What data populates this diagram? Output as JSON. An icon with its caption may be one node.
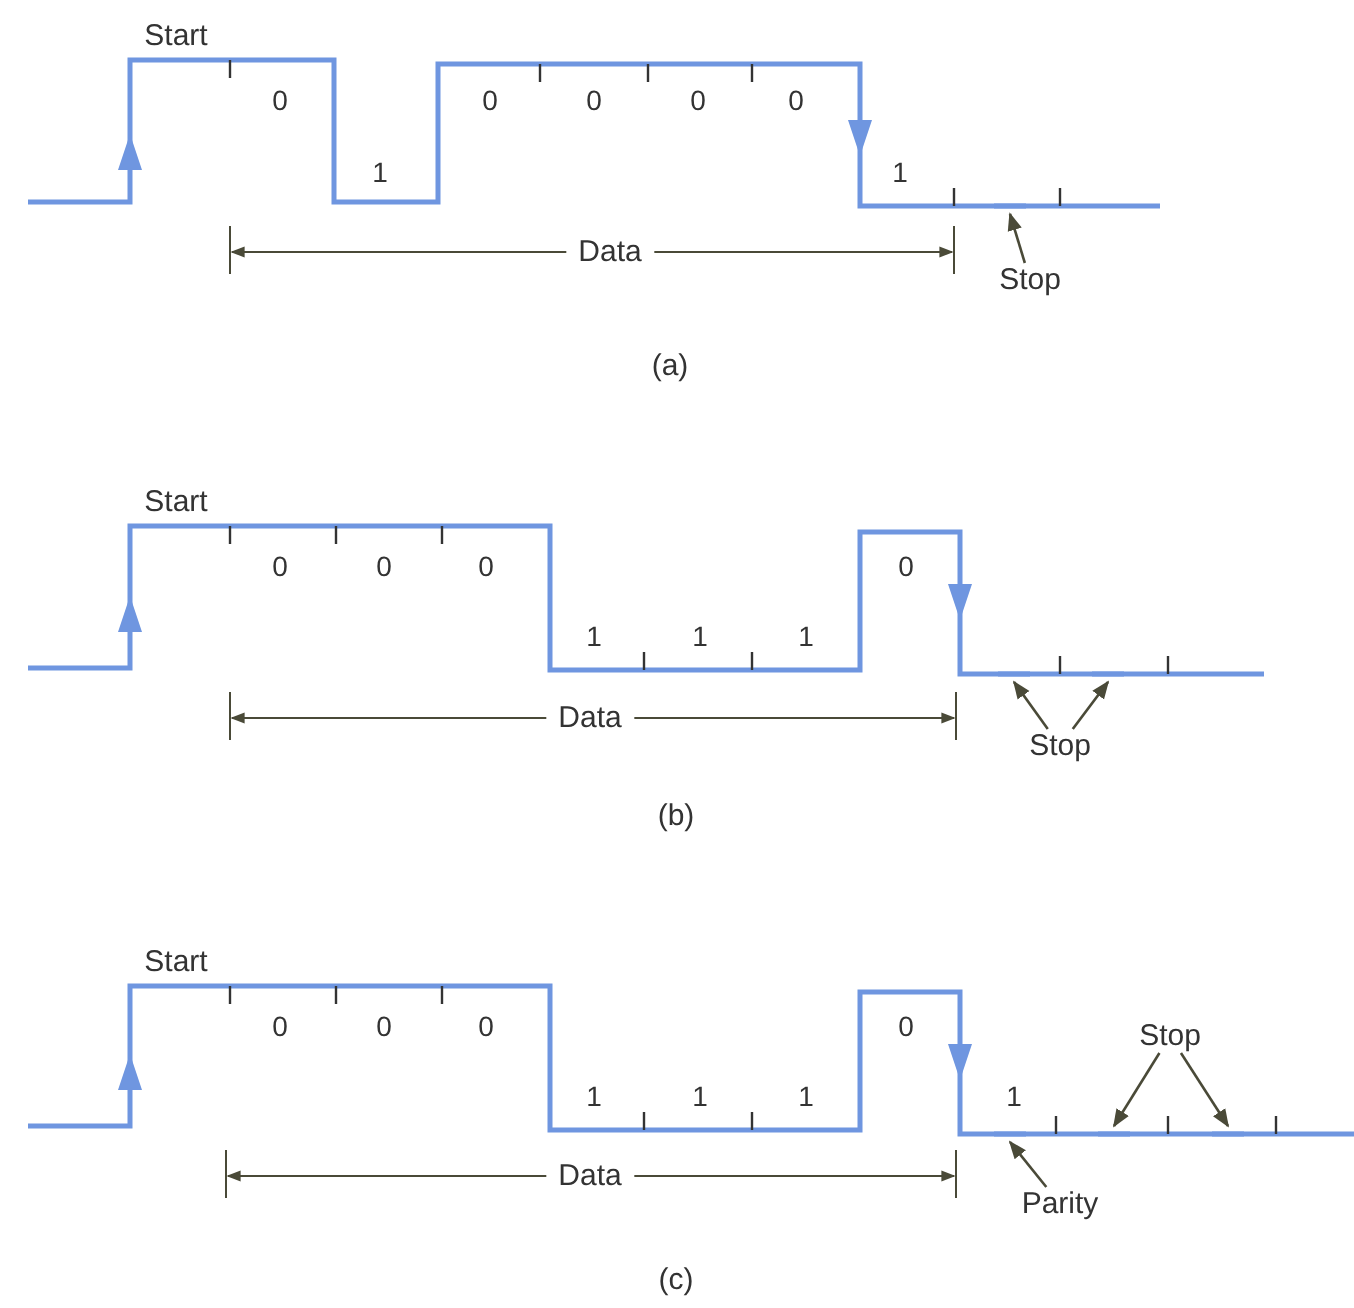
{
  "diagram": {
    "nodes": [
      {
        "text": [
          "Stop"
        ]
      },
      {
        "text": [
          "Stop"
        ]
      },
      {
        "text": [
          "Stop"
        ]
      },
      {
        "text": [
          "Parity"
        ]
      },
      {
        "text": [],
        "shape": "line"
      },
      {
        "text": [],
        "shape": "line"
      },
      {
        "text": [],
        "shape": "line"
      },
      {
        "text": [],
        "shape": "line"
      },
      {
        "text": [],
        "shape": "line"
      },
      {
        "text": [],
        "shape": "line"
      }
    ],
    "edges": [
      {
        "from": 0,
        "to": 4,
        "arrow": "to"
      },
      {
        "from": 1,
        "to": 5,
        "arrow": "to"
      },
      {
        "from": 1,
        "to": 6,
        "arrow": "to"
      },
      {
        "from": 2,
        "to": 8,
        "arrow": "to"
      },
      {
        "from": 2,
        "to": 9,
        "arrow": "to"
      },
      {
        "from": 3,
        "to": 7,
        "arrow": "to"
      }
    ],
    "labels": [
      "Start",
      "0",
      "1",
      "0",
      "0",
      "0",
      "0",
      "1",
      "Data",
      "(a)",
      "Start",
      "0",
      "0",
      "0",
      "1",
      "1",
      "1",
      "0",
      "Data",
      "(b)",
      "Start",
      "0",
      "0",
      "0",
      "1",
      "1",
      "1",
      "0",
      "1",
      "Data",
      "(c)"
    ]
  }
}
